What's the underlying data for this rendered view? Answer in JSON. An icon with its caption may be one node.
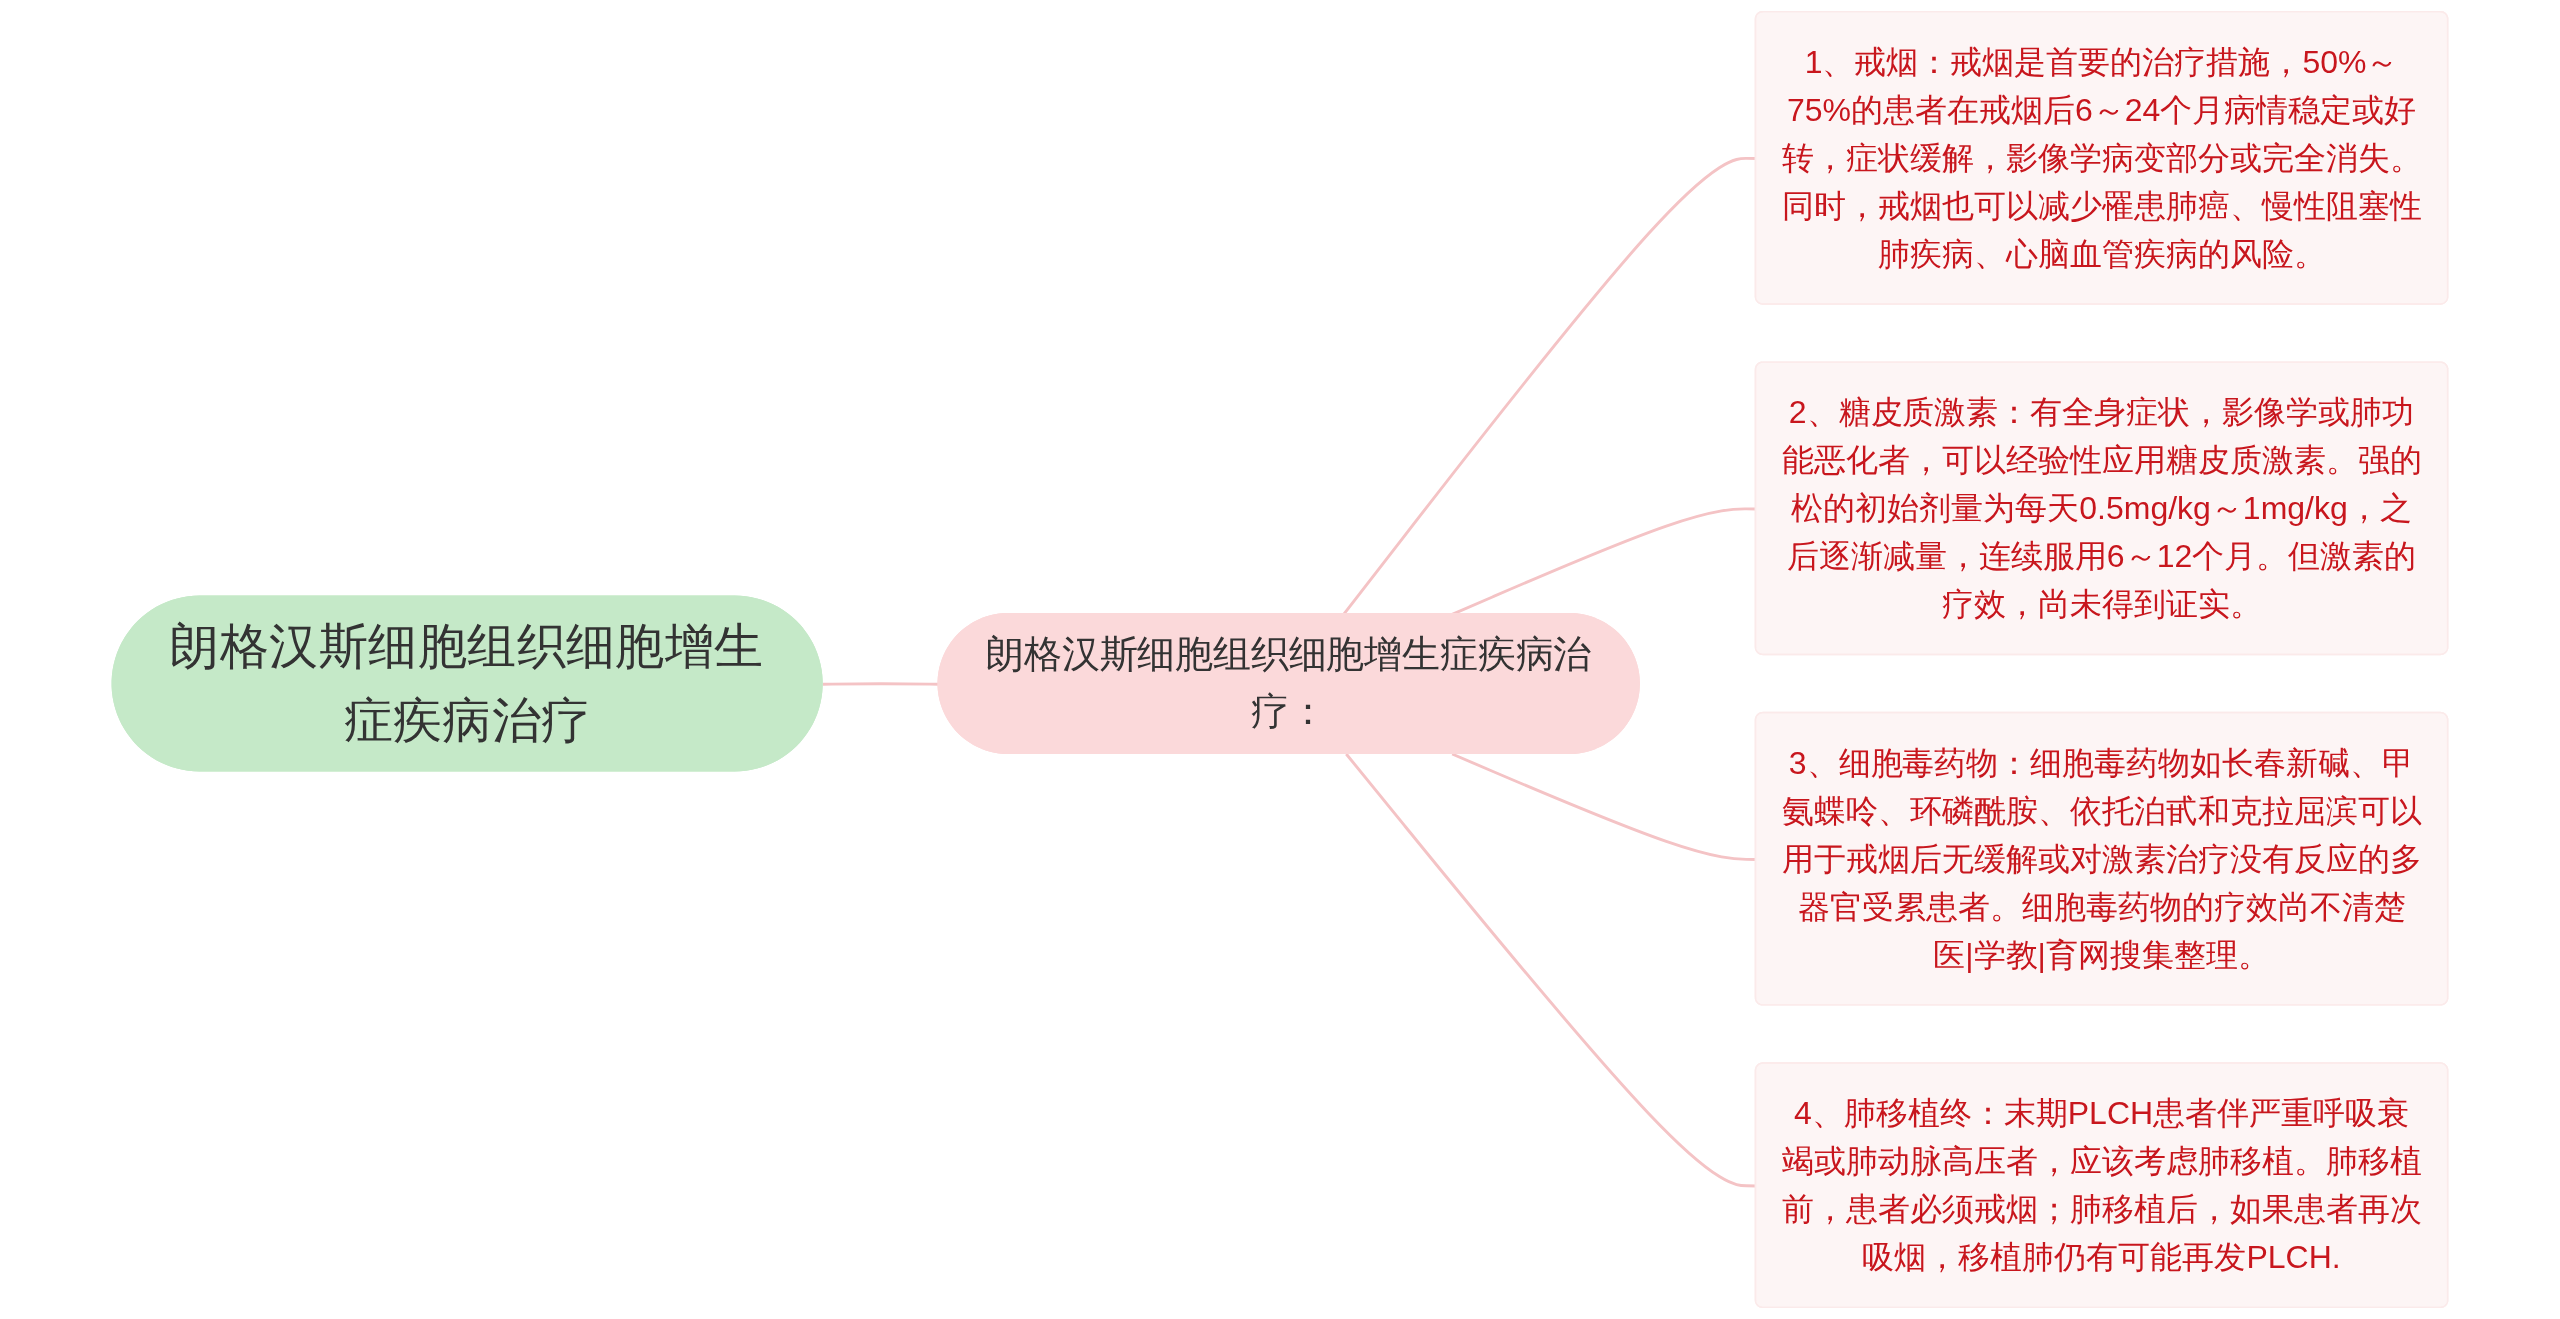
{
  "diagram": {
    "nodes": [
      {
        "text": [
          "朗格汉斯细胞组织细胞增生症疾病治疗"
        ]
      },
      {
        "text": [
          "朗格汉斯细胞组织细胞增生症疾病治疗："
        ]
      },
      {
        "text": [
          "1、戒烟：戒烟是首要的治疗措施，50%～75%的患者在戒烟后6～24个月病情稳定或好转，症状缓解，影像学病变部分或完全消失。同时，戒烟也可以减少罹患肺癌、慢性阻塞性肺疾病、心脑血管疾病的风险。"
        ]
      },
      {
        "text": [
          "2、糖皮质激素：有全身症状，影像学或肺功能恶化者，可以经验性应用糖皮质激素。强的松的初始剂量为每天0.5mg/kg～1mg/kg，之后逐渐减量，连续服用6～12个月。但激素的疗效，尚未得到证实。"
        ]
      },
      {
        "text": [
          "3、细胞毒药物：细胞毒药物如长春新碱、甲氨蝶呤、环磷酰胺、依托泊甙和克拉屈滨可以用于戒烟后无缓解或对激素治疗没有反应的多器官受累患者。细胞毒药物的疗效尚不清楚医|学教|育网搜集整理。"
        ]
      },
      {
        "text": [
          "4、肺移植终：末期PLCH患者伴严重呼吸衰竭或肺动脉高压者，应该考虑肺移植。肺移植前，患者必须戒烟；肺移植后，如果患者再次吸烟，移植肺仍有可能再发PLCH."
        ]
      }
    ],
    "edges": [
      {
        "from": 0,
        "to": 1,
        "arrow": "none"
      },
      {
        "from": 1,
        "to": 2,
        "arrow": "none"
      },
      {
        "from": 1,
        "to": 3,
        "arrow": "none"
      },
      {
        "from": 1,
        "to": 4,
        "arrow": "none"
      },
      {
        "from": 1,
        "to": 5,
        "arrow": "none"
      }
    ]
  }
}
